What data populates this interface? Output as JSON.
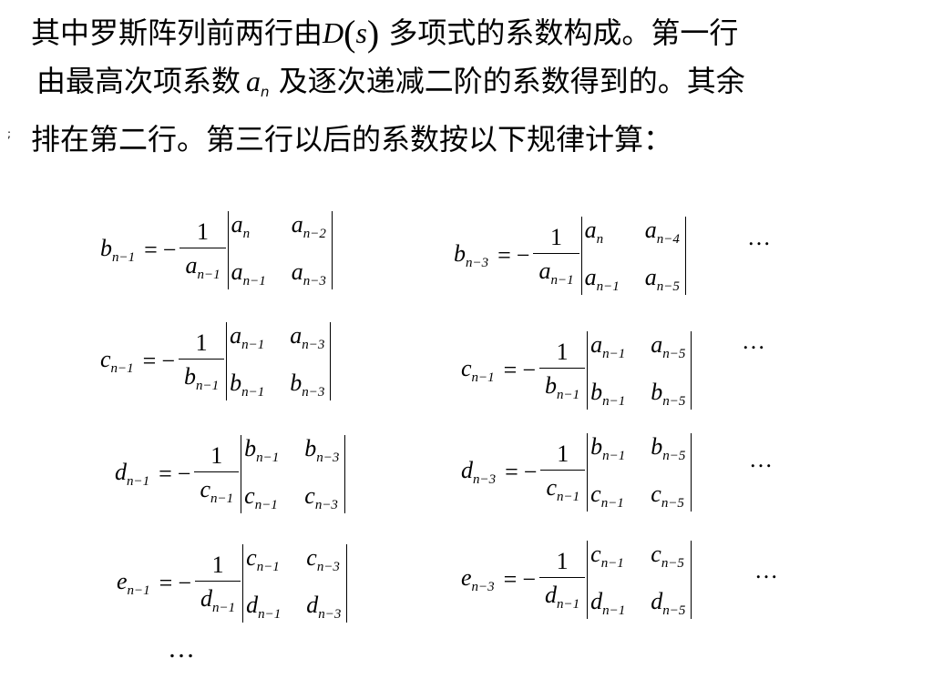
{
  "paragraph": {
    "line1_a": "其中罗斯阵列前两行由",
    "D": "D",
    "s": "s",
    "line1_b": " 多项式的系数构成。第一行",
    "line2_a": "由最高次项系数",
    "an_base": "a",
    "an_sub": "n",
    "line2_b": " 及逐次递减二阶的系数得到的。其余",
    "line3": "排在第二行。第三行以后的系数按以下规律计算："
  },
  "side_mark": ";",
  "common": {
    "eq": "=",
    "minus": "−",
    "one": "1",
    "ellipsis": "…"
  },
  "formulas": [
    {
      "lhs": "b",
      "lhs_sub": "n−1",
      "den": "a",
      "den_sub": "n−1",
      "cells": [
        {
          "v": "a",
          "s": "n"
        },
        {
          "v": "a",
          "s": "n−2"
        },
        {
          "v": "a",
          "s": "n−1"
        },
        {
          "v": "a",
          "s": "n−3"
        }
      ]
    },
    {
      "lhs": "b",
      "lhs_sub": "n−3",
      "den": "a",
      "den_sub": "n−1",
      "cells": [
        {
          "v": "a",
          "s": "n"
        },
        {
          "v": "a",
          "s": "n−4"
        },
        {
          "v": "a",
          "s": "n−1"
        },
        {
          "v": "a",
          "s": "n−5"
        }
      ]
    },
    {
      "lhs": "c",
      "lhs_sub": "n−1",
      "den": "b",
      "den_sub": "n−1",
      "cells": [
        {
          "v": "a",
          "s": "n−1"
        },
        {
          "v": "a",
          "s": "n−3"
        },
        {
          "v": "b",
          "s": "n−1"
        },
        {
          "v": "b",
          "s": "n−3"
        }
      ]
    },
    {
      "lhs": "c",
      "lhs_sub": "n−1",
      "den": "b",
      "den_sub": "n−1",
      "cells": [
        {
          "v": "a",
          "s": "n−1"
        },
        {
          "v": "a",
          "s": "n−5"
        },
        {
          "v": "b",
          "s": "n−1"
        },
        {
          "v": "b",
          "s": "n−5"
        }
      ]
    },
    {
      "lhs": "d",
      "lhs_sub": "n−1",
      "den": "c",
      "den_sub": "n−1",
      "cells": [
        {
          "v": "b",
          "s": "n−1"
        },
        {
          "v": "b",
          "s": "n−3"
        },
        {
          "v": "c",
          "s": "n−1"
        },
        {
          "v": "c",
          "s": "n−3"
        }
      ]
    },
    {
      "lhs": "d",
      "lhs_sub": "n−3",
      "den": "c",
      "den_sub": "n−1",
      "cells": [
        {
          "v": "b",
          "s": "n−1"
        },
        {
          "v": "b",
          "s": "n−5"
        },
        {
          "v": "c",
          "s": "n−1"
        },
        {
          "v": "c",
          "s": "n−5"
        }
      ]
    },
    {
      "lhs": "e",
      "lhs_sub": "n−1",
      "den": "d",
      "den_sub": "n−1",
      "cells": [
        {
          "v": "c",
          "s": "n−1"
        },
        {
          "v": "c",
          "s": "n−3"
        },
        {
          "v": "d",
          "s": "n−1"
        },
        {
          "v": "d",
          "s": "n−3"
        }
      ]
    },
    {
      "lhs": "e",
      "lhs_sub": "n−3",
      "den": "d",
      "den_sub": "n−1",
      "cells": [
        {
          "v": "c",
          "s": "n−1"
        },
        {
          "v": "c",
          "s": "n−5"
        },
        {
          "v": "d",
          "s": "n−1"
        },
        {
          "v": "d",
          "s": "n−5"
        }
      ]
    }
  ]
}
